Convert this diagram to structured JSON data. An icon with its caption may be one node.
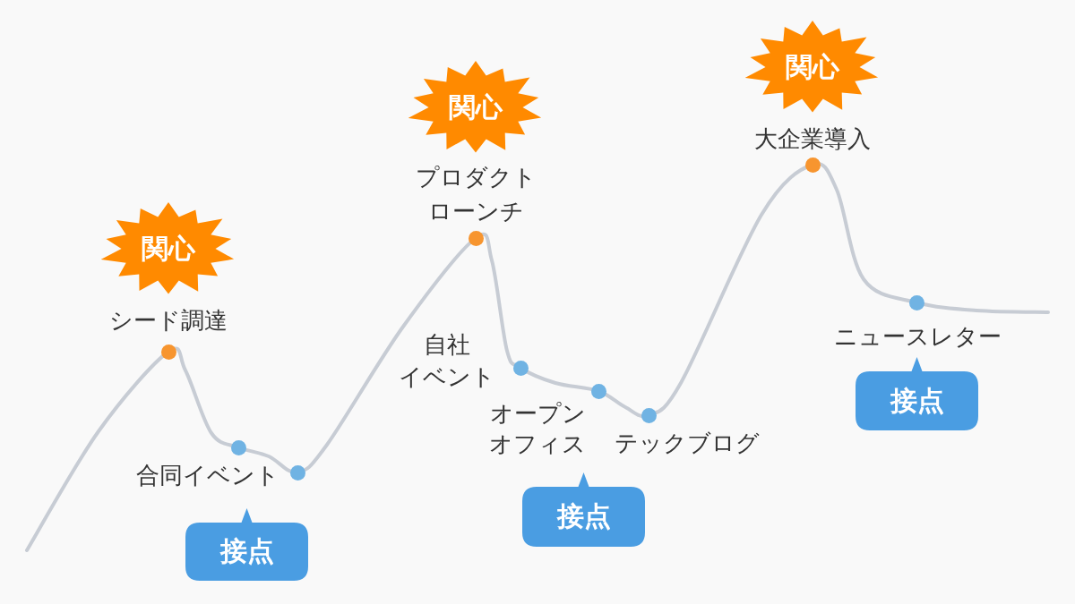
{
  "diagram": {
    "nodes": [
      {
        "text": [
          "関心"
        ]
      },
      {
        "text": [],
        "shape": "circle",
        "beside": [
          "シード調達"
        ]
      },
      {
        "text": [],
        "shape": "circle",
        "beside": [
          "合同イベント"
        ]
      },
      {
        "text": [],
        "shape": "circle"
      },
      {
        "text": [
          "接点"
        ]
      },
      {
        "text": [
          "関心"
        ]
      },
      {
        "text": [],
        "shape": "circle",
        "beside": [
          "プロダクトローンチ"
        ]
      },
      {
        "text": [],
        "shape": "circle",
        "beside": [
          "自社イベント"
        ]
      },
      {
        "text": [],
        "shape": "circle",
        "beside": [
          "オープンオフィス"
        ]
      },
      {
        "text": [],
        "shape": "circle",
        "beside": [
          "テックブログ"
        ]
      },
      {
        "text": [
          "接点"
        ]
      },
      {
        "text": [
          "関心"
        ]
      },
      {
        "text": [],
        "shape": "circle",
        "beside": [
          "大企業導入"
        ]
      },
      {
        "text": [],
        "shape": "circle",
        "beside": [
          "ニュースレター"
        ]
      },
      {
        "text": [
          "接点"
        ]
      }
    ]
  }
}
